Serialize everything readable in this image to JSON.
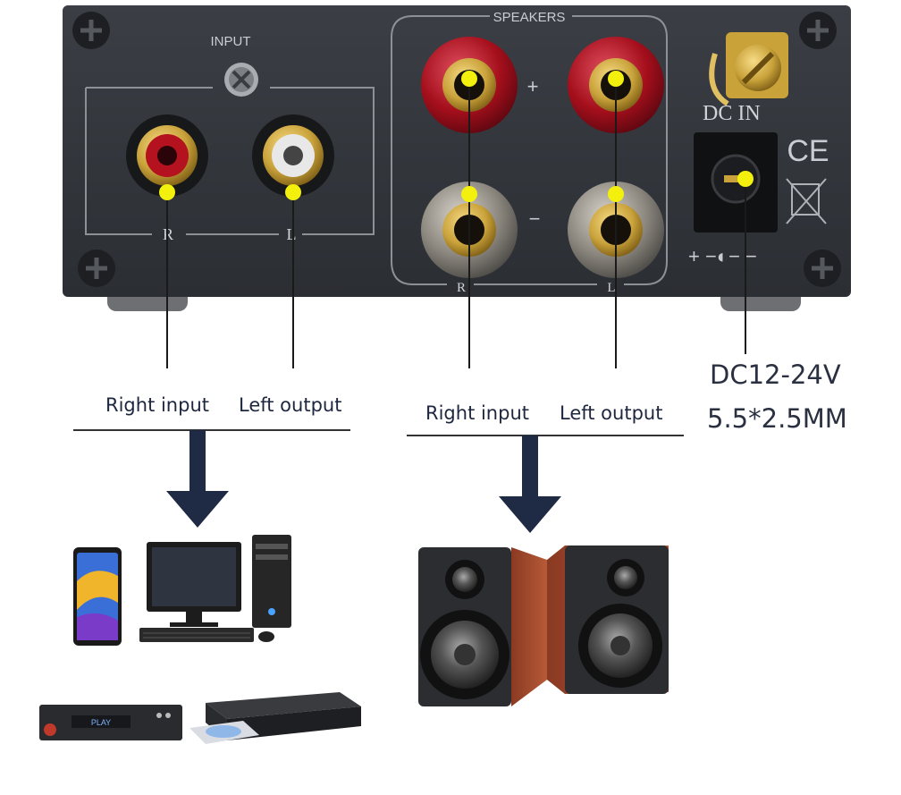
{
  "panel": {
    "input_label": "INPUT",
    "speakers_label": "SPEAKERS",
    "rca_right": "R",
    "rca_left": "L",
    "spk_right": "R",
    "spk_left": "L",
    "plus_sign": "+",
    "minus_sign": "−",
    "dc_in_label": "DC IN",
    "ce_mark": "CE",
    "polarity_label": "+ −◐− −"
  },
  "annotations": {
    "input_right": "Right input",
    "input_left": "Left output",
    "speaker_right": "Right input",
    "speaker_left": "Left output",
    "dc_voltage": "DC12-24V",
    "dc_plug_size": "5.5*2.5MM"
  },
  "devices": {
    "player_display": "PLAY"
  },
  "colors": {
    "panel": "#33373d",
    "marker": "#f4f00e",
    "arrow": "#1f2a44",
    "rca_red": "#b3121e",
    "rca_white": "#e8e8e8",
    "gold": "#c9a23a"
  }
}
